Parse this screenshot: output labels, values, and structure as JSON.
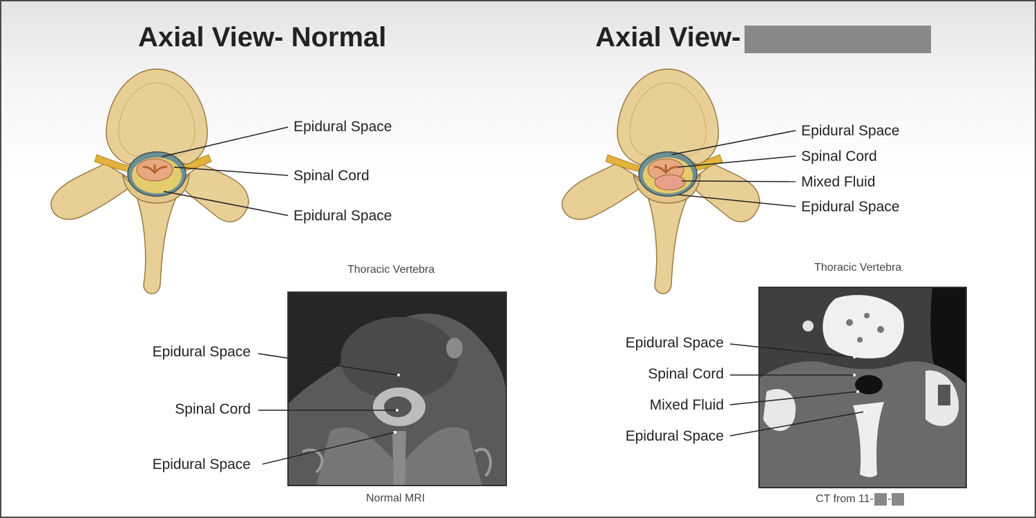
{
  "left": {
    "title": "Axial View- Normal",
    "illustration_labels": [
      "Epidural Space",
      "Spinal Cord",
      "Epidural Space"
    ],
    "illustration_caption": "Thoracic Vertebra",
    "scan_labels": [
      "Epidural Space",
      "Spinal Cord",
      "Epidural Space"
    ],
    "scan_caption": "Normal MRI"
  },
  "right": {
    "title": "Axial View-",
    "illustration_labels": [
      "Epidural Space",
      "Spinal Cord",
      "Mixed Fluid",
      "Epidural Space"
    ],
    "illustration_caption": "Thoracic Vertebra",
    "scan_labels": [
      "Epidural Space",
      "Spinal Cord",
      "Mixed Fluid",
      "Epidural Space"
    ],
    "scan_caption_prefix": "CT from 11-",
    "scan_caption_sep": "-"
  },
  "colors": {
    "bone": "#e8cf96",
    "bone_outline": "#9a7a45",
    "ligament": "#e3b23c",
    "redaction": "#888888",
    "mixed_fluid": "#e8a08a"
  }
}
